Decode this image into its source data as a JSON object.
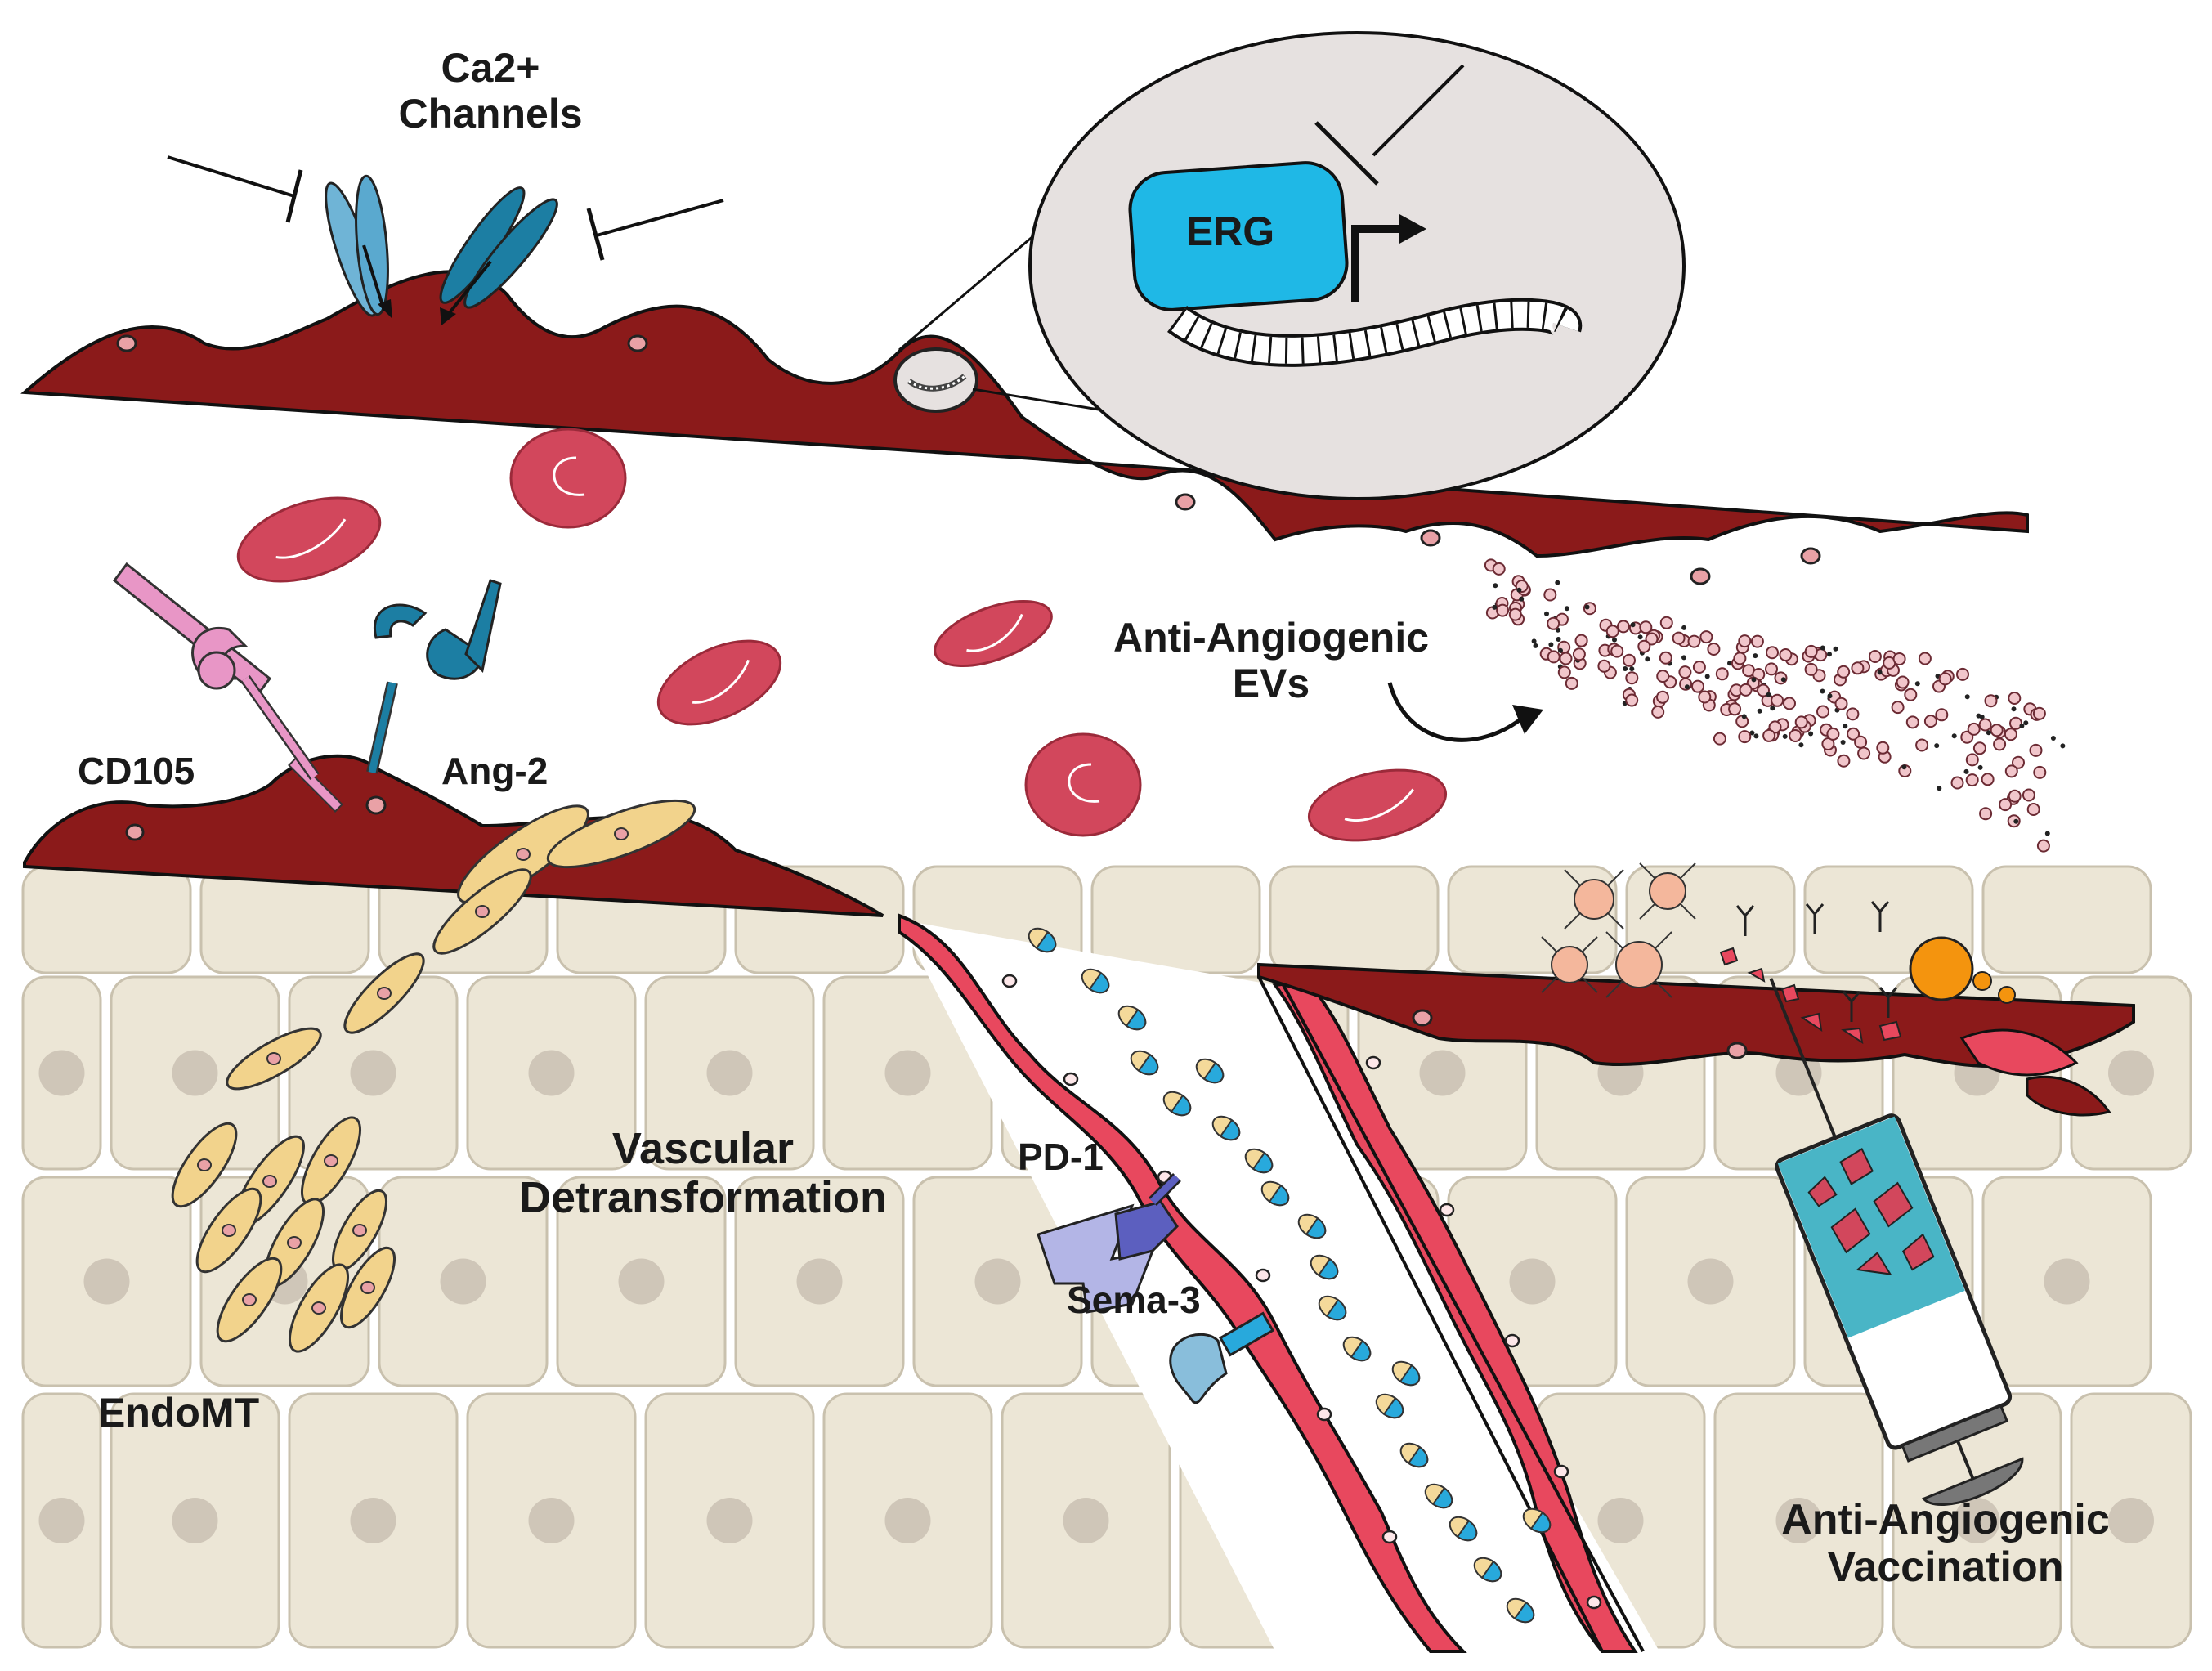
{
  "labels": {
    "ca_channels_line1": "Ca2+",
    "ca_channels_line2": "Channels",
    "erg": "ERG",
    "cd105": "CD105",
    "ang2": "Ang-2",
    "anti_angiogenic_evs_line1": "Anti-Angiogenic",
    "anti_angiogenic_evs_line2": "EVs",
    "vascular_line1": "Vascular",
    "vascular_line2": "Detransformation",
    "endomt": "EndoMT",
    "pd1": "PD-1",
    "sema3": "Sema-3",
    "vaccination_line1": "Anti-Angiogenic",
    "vaccination_line2": "Vaccination"
  },
  "colors": {
    "endothelium": "#8b1a1a",
    "red_blood_cell": "#d2475c",
    "tissue_cell": "#ece6d6",
    "tissue_nucleus": "#cfc6b8",
    "erg_protein": "#1fb8e6",
    "calcium_channel": "#5aa9cf",
    "cd105": "#e896c6",
    "ang2": "#1c7ea3",
    "mesenchymal_cell": "#f2d38c",
    "lymphocyte_tip": "#28a9dc",
    "vaccine": "#49b5c6",
    "zoom_circle": "#e6e1e0"
  }
}
